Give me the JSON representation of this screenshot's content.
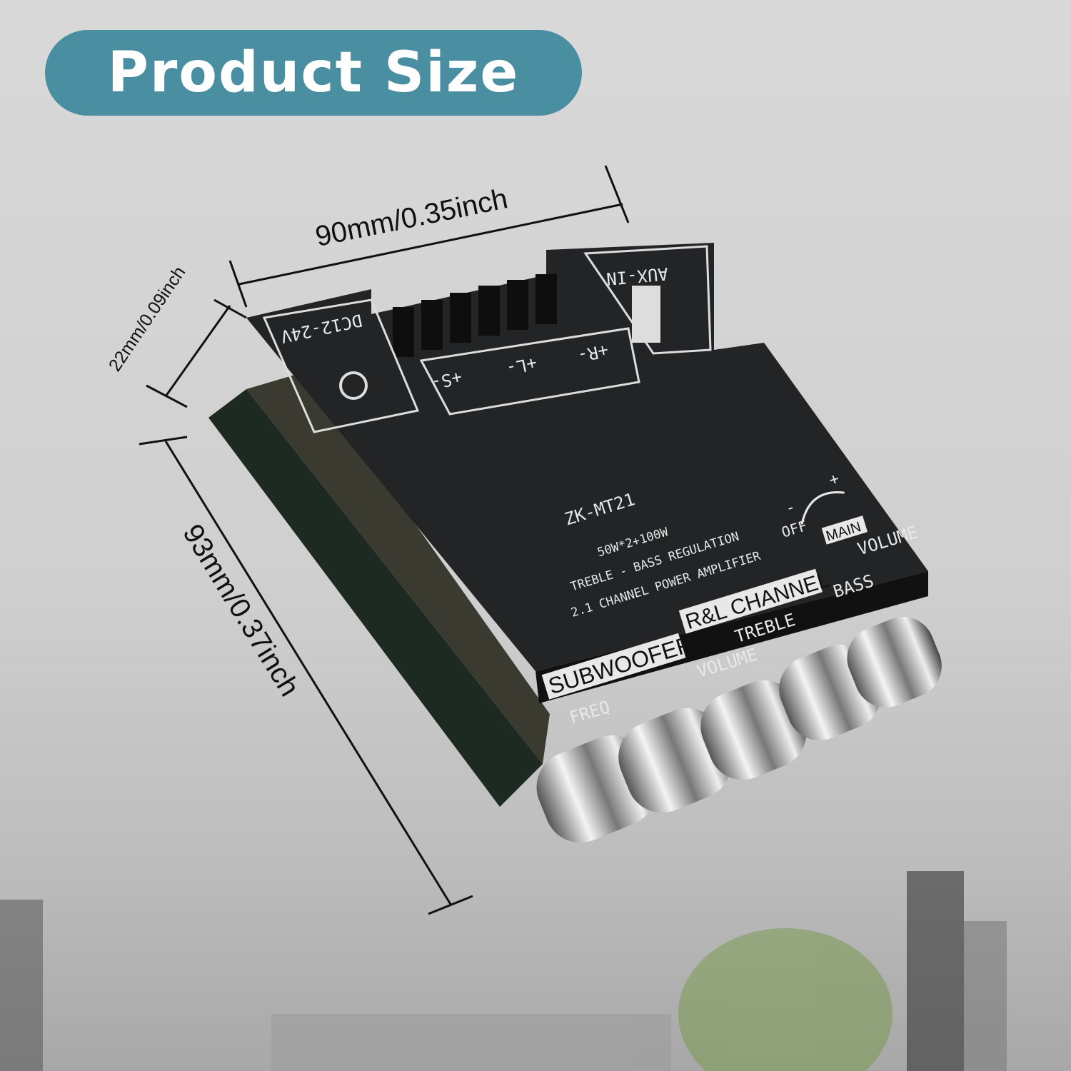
{
  "banner": {
    "title": "Product Size",
    "color": "#4a8ea2"
  },
  "dimensions": {
    "width": "90mm/0.35inch",
    "height": "22mm/0.09inch",
    "length": "93mm/0.37inch"
  },
  "board": {
    "color": "#1f2021",
    "power_label": "DC12-24V",
    "aux_label": "AUX-IN",
    "speaker_labels": [
      "+S-",
      "+L-",
      "+R-"
    ],
    "model": "ZK-MT21",
    "power_rating": "50W*2+100W",
    "line1": "TREBLE - BASS REGULATION",
    "line2": "2.1 CHANNEL POWER AMPLIFIER",
    "subwoofer_label": "SUBWOOFER",
    "rl_channel_label": "R&L CHANNEL",
    "main_label": "MAIN",
    "off_label": "OFF",
    "minus": "-",
    "plus": "+",
    "knobs": [
      "FREQ",
      "VOLUME",
      "TREBLE",
      "BASS",
      "VOLUME"
    ]
  }
}
